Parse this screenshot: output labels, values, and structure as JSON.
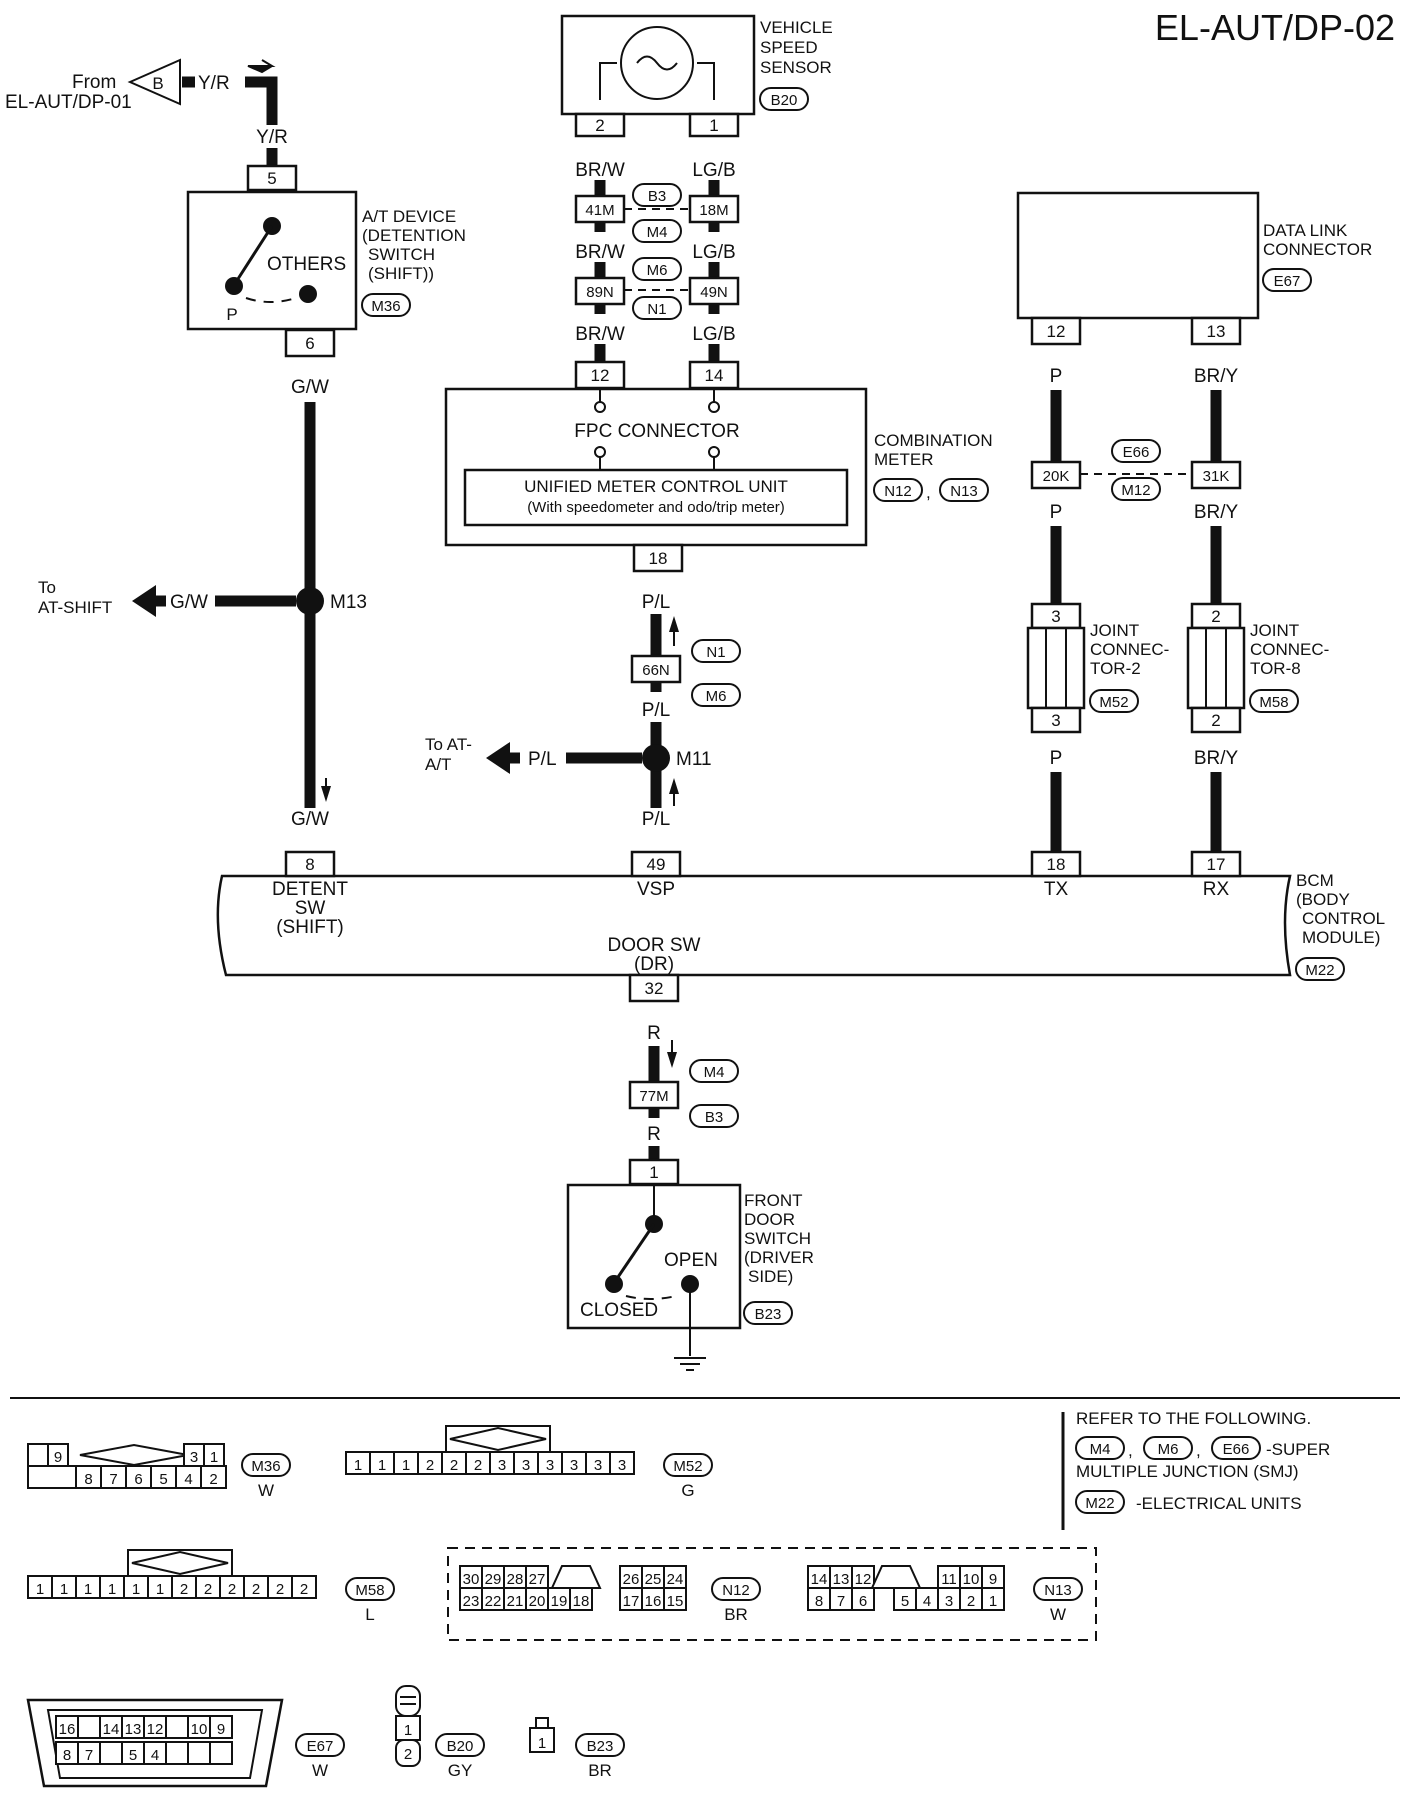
{
  "title": "EL-AUT/DP-02",
  "from": {
    "text": "From",
    "ref": "EL-AUT/DP-01",
    "terminal": "B",
    "color": "Y/R"
  },
  "at_device": {
    "name_lines": [
      "A/T DEVICE",
      "(DETENTION",
      "SWITCH",
      "(SHIFT))"
    ],
    "connector": "M36",
    "pin_top": "5",
    "pin_bottom": "6",
    "pos_p": "P",
    "pos_others": "OTHERS",
    "wire_top": "Y/R",
    "wire_bottom": "G/W"
  },
  "speed_sensor": {
    "name_lines": [
      "VEHICLE",
      "SPEED",
      "SENSOR"
    ],
    "connector": "B20",
    "pin_left": "2",
    "pin_right": "1"
  },
  "combo_meter": {
    "wire_left": "BR/W",
    "wire_right": "LG/B",
    "jb1": {
      "left": "41M",
      "right": "18M",
      "top": "B3",
      "bottom": "M4"
    },
    "jb2": {
      "left": "89N",
      "right": "49N",
      "top": "M6",
      "bottom": "N1"
    },
    "pin_left": "12",
    "pin_right": "14",
    "pin_out": "18",
    "fpc": "FPC CONNECTOR",
    "unit_line1": "UNIFIED METER CONTROL UNIT",
    "unit_line2": "(With speedometer and odo/trip meter)",
    "name_lines": [
      "COMBINATION",
      "METER"
    ],
    "connectors": [
      "N12",
      "N13"
    ]
  },
  "data_link": {
    "name_lines": [
      "DATA LINK",
      "CONNECTOR"
    ],
    "connector": "E67",
    "pin_left": "12",
    "pin_right": "13",
    "wire_left": "P",
    "wire_right": "BR/Y",
    "jb": {
      "left": "20K",
      "right": "31K",
      "top": "E66",
      "bottom": "M12"
    }
  },
  "joint2": {
    "name_lines": [
      "JOINT",
      "CONNEC-",
      "TOR-2"
    ],
    "connector": "M52",
    "pin": "3"
  },
  "joint8": {
    "name_lines": [
      "JOINT",
      "CONNEC-",
      "TOR-8"
    ],
    "connector": "M58",
    "pin": "2"
  },
  "vsp_path": {
    "wire": "P/L",
    "jb": "66N",
    "jb_top": "N1",
    "jb_bottom": "M6",
    "splice": "M11",
    "branch_lines": [
      "To AT-",
      "A/T"
    ]
  },
  "shift_path": {
    "wire": "G/W",
    "splice": "M13",
    "branch_lines": [
      "To",
      "AT-SHIFT"
    ]
  },
  "bcm": {
    "name_lines": [
      "BCM",
      "(BODY",
      "CONTROL",
      "MODULE)"
    ],
    "connector": "M22",
    "detent_pin": "8",
    "detent_lines": [
      "DETENT",
      "SW",
      "(SHIFT)"
    ],
    "vsp_pin": "49",
    "vsp_label": "VSP",
    "tx_pin": "18",
    "tx_label": "TX",
    "rx_pin": "17",
    "rx_label": "RX",
    "door_pin": "32",
    "door_lines": [
      "DOOR SW",
      "(DR)"
    ]
  },
  "door_path": {
    "wire": "R",
    "jb": "77M",
    "jb_top": "M4",
    "jb_bottom": "B3"
  },
  "door_switch": {
    "name_lines": [
      "FRONT",
      "DOOR",
      "SWITCH",
      "(DRIVER",
      "SIDE)"
    ],
    "connector": "B23",
    "pin": "1",
    "pos_open": "OPEN",
    "pos_closed": "CLOSED"
  },
  "legend": {
    "refer": "REFER TO THE FOLLOWING.",
    "smj_ids": [
      "M4",
      "M6",
      "E66"
    ],
    "smj_text": "-SUPER",
    "smj_text2": "MULTIPLE JUNCTION (SMJ)",
    "eu_id": "M22",
    "eu_text": "-ELECTRICAL UNITS"
  },
  "connectors": {
    "m36": {
      "id": "M36",
      "color": "W",
      "top": [
        "9",
        "3",
        "1"
      ],
      "bottom": [
        "8",
        "7",
        "6",
        "5",
        "4",
        "2"
      ]
    },
    "m52": {
      "id": "M52",
      "color": "G",
      "pins": [
        "1",
        "1",
        "1",
        "2",
        "2",
        "2",
        "3",
        "3",
        "3",
        "3",
        "3",
        "3"
      ]
    },
    "m58": {
      "id": "M58",
      "color": "L",
      "pins": [
        "1",
        "1",
        "1",
        "1",
        "1",
        "1",
        "2",
        "2",
        "2",
        "2",
        "2",
        "2"
      ]
    },
    "n12": {
      "id": "N12",
      "color": "BR",
      "top_l": [
        "30",
        "29",
        "28",
        "27"
      ],
      "top_r": [
        "26",
        "25",
        "24"
      ],
      "bot_l": [
        "23",
        "22",
        "21",
        "20",
        "19",
        "18"
      ],
      "bot_r": [
        "17",
        "16",
        "15"
      ]
    },
    "n13": {
      "id": "N13",
      "color": "W",
      "top_l": [
        "14",
        "13",
        "12"
      ],
      "top_r": [
        "11",
        "10",
        "9"
      ],
      "bot_l": [
        "8",
        "7",
        "6"
      ],
      "bot_r": [
        "5",
        "4",
        "3",
        "2",
        "1"
      ]
    },
    "e67": {
      "id": "E67",
      "color": "W",
      "top": [
        "16",
        "14",
        "13",
        "12",
        "10",
        "9"
      ],
      "bottom": [
        "8",
        "7",
        "5",
        "4"
      ]
    },
    "b20": {
      "id": "B20",
      "color": "GY",
      "pins": [
        "1",
        "2"
      ]
    },
    "b23": {
      "id": "B23",
      "color": "BR",
      "pins": [
        "1"
      ]
    }
  }
}
